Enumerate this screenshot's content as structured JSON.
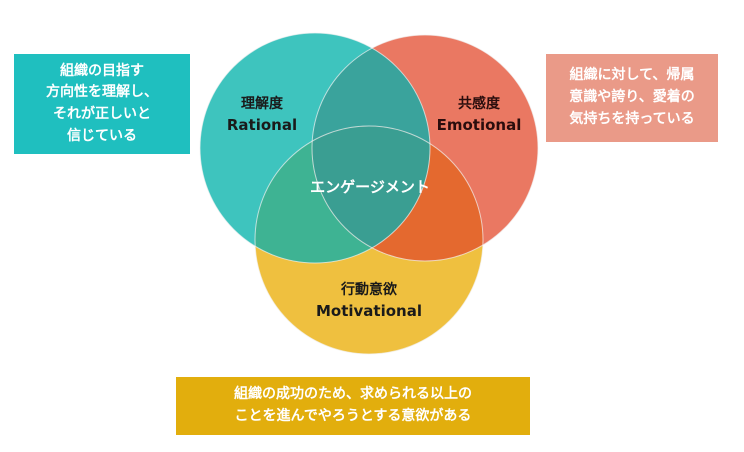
{
  "colors": {
    "rational": "#3ec4be",
    "emotional": "#ea7862",
    "motivational": "#efc03f",
    "rational_emotional": "#3aa39c",
    "rational_motivational": "#3eb393",
    "emotional_motivational": "#e4692f",
    "center": "#3a9e92",
    "box_rational": "#1fbfbf",
    "box_emotional": "#ea9a88",
    "box_motivational": "#e2ae0d",
    "label_dark": "#1a1a1a"
  },
  "circles": {
    "rational": {
      "title_ja": "理解度",
      "title_en": "Rational"
    },
    "emotional": {
      "title_ja": "共感度",
      "title_en": "Emotional"
    },
    "motivational": {
      "title_ja": "行動意欲",
      "title_en": "Motivational"
    },
    "center_label": "エンゲージメント"
  },
  "descriptions": {
    "rational": "組織の目指す\n方向性を理解し、\nそれが正しいと\n信じている",
    "emotional": "組織に対して、帰属\n意識や誇り、愛着の\n気持ちを持っている",
    "motivational": "組織の成功のため、求められる以上の\nことを進んでやろうとする意欲がある"
  }
}
